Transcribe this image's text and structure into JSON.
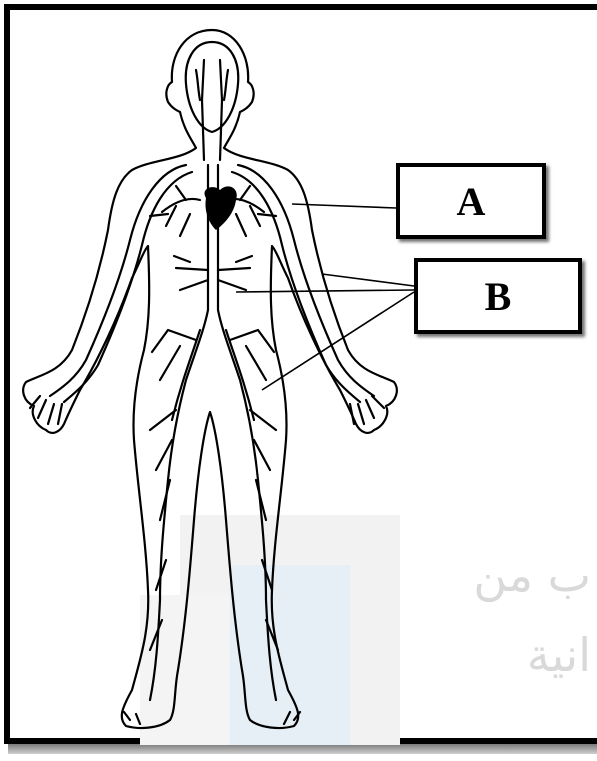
{
  "labels": {
    "a": "A",
    "b": "B"
  },
  "watermark": {
    "line1": "ب من",
    "line2": "انية"
  },
  "colors": {
    "ink": "#000000",
    "watermark": "#d9d9d9"
  }
}
